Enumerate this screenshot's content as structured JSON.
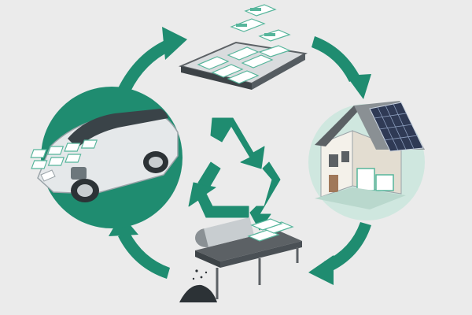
{
  "diagram": {
    "nodes": [
      {
        "id": "battery-pack",
        "icon": "battery-pack-icon"
      },
      {
        "id": "electric-car",
        "icon": "electric-car-icon"
      },
      {
        "id": "solar-house",
        "icon": "solar-house-icon"
      },
      {
        "id": "recycling-conveyor",
        "icon": "recycling-conveyor-icon"
      }
    ],
    "center": {
      "icon": "recycle-symbol-icon"
    },
    "flow": [
      "battery-pack",
      "solar-house",
      "recycling-conveyor",
      "electric-car"
    ]
  },
  "colors": {
    "accent": "#1f8c70",
    "accent_light": "#56b59b",
    "circle_fill": "#1f8c70",
    "background": "#ebebeb"
  }
}
